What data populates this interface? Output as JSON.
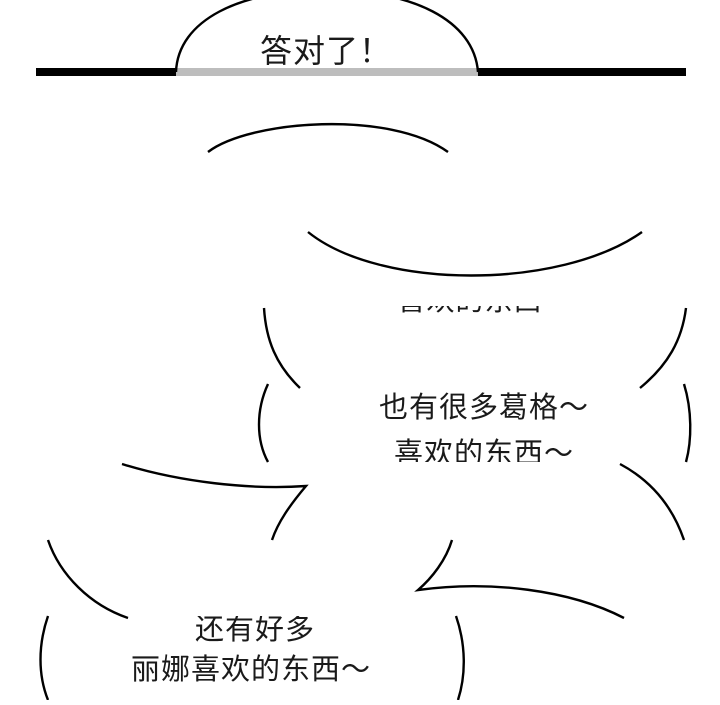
{
  "colors": {
    "background": "#ffffff",
    "ink": "#1a1a1a",
    "band": "#bdbdbd"
  },
  "top_bubble": {
    "text": "答对了！"
  },
  "middle_bubble": {
    "line1": "也有很多葛格～",
    "line2": "喜欢的东西～"
  },
  "upper_hidden_bubble": {
    "fragment": "喜欢的东西"
  },
  "bottom_bubble": {
    "line1": "还有好多",
    "line2": "丽娜喜欢的东西～"
  }
}
